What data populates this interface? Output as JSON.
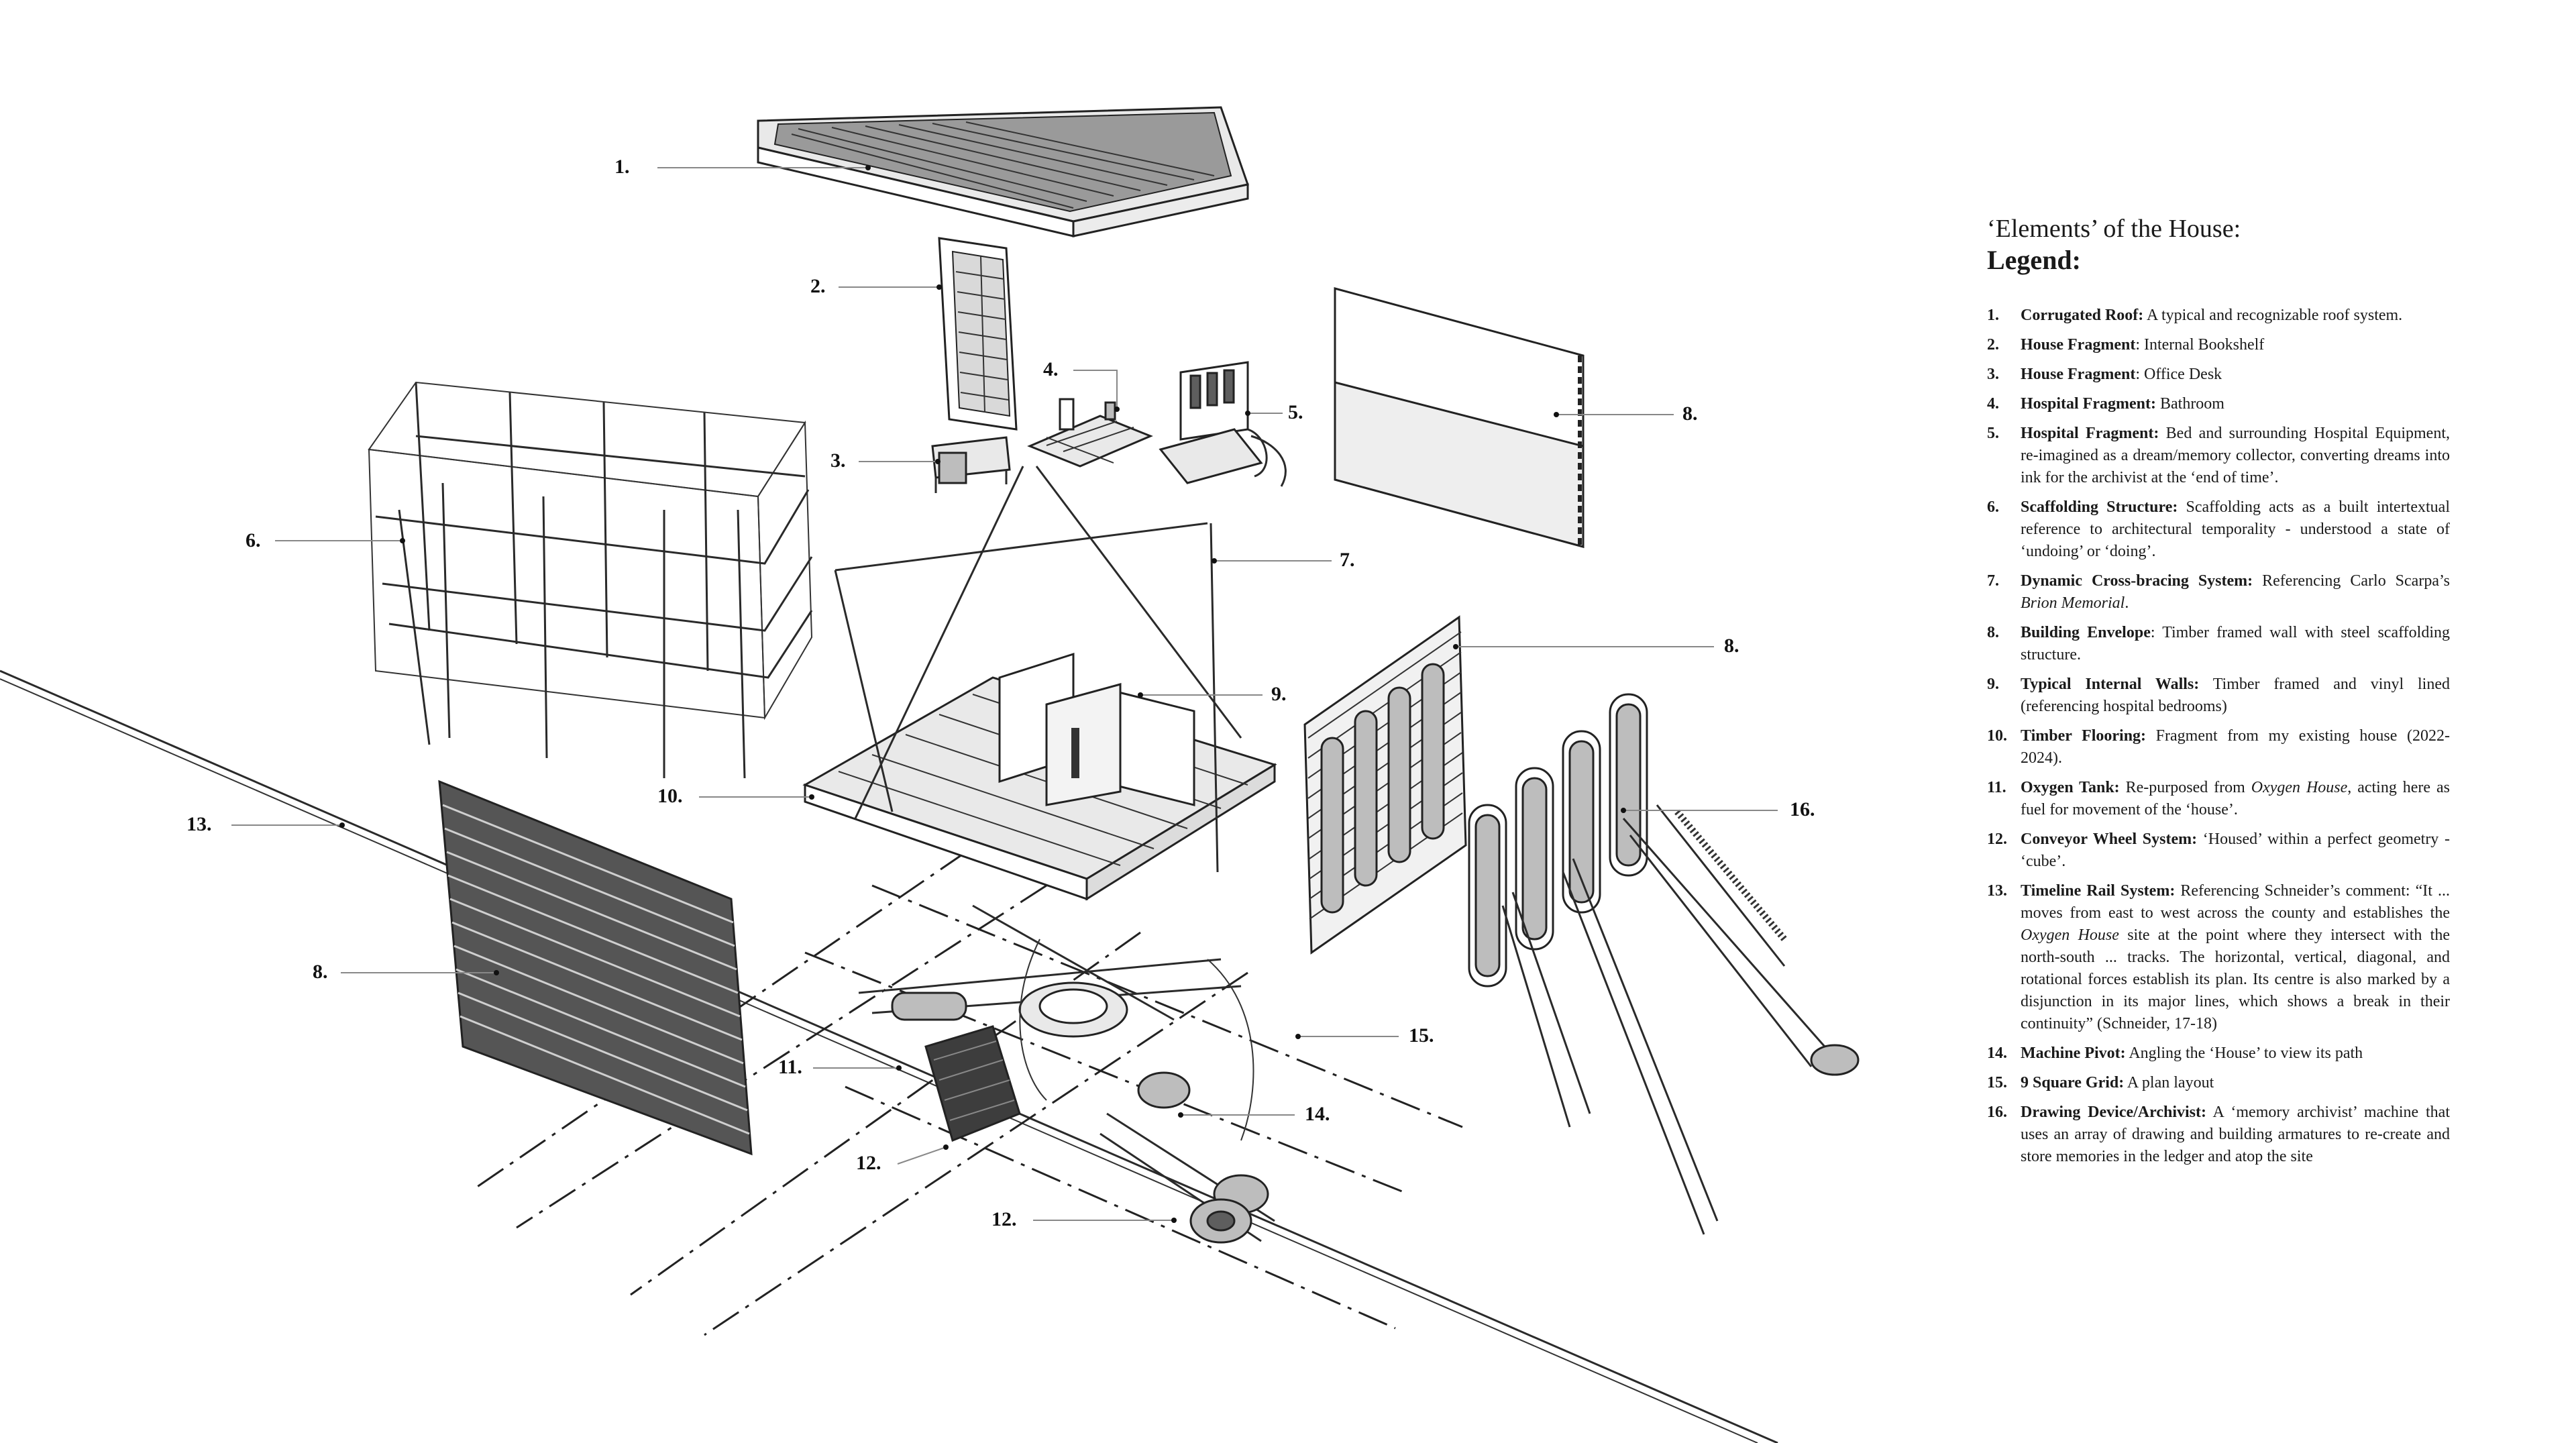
{
  "legend": {
    "heading": "‘Elements’ of the House:",
    "title": "Legend:",
    "items": [
      {
        "num": "1.",
        "name": "Corrugated Roof:",
        "desc": " A typical and recognizable roof system."
      },
      {
        "num": "2.",
        "name": "House Fragment",
        "desc": ":  Internal Bookshelf"
      },
      {
        "num": "3.",
        "name": "House Fragment",
        "desc": ":  Office Desk"
      },
      {
        "num": "4.",
        "name": "Hospital Fragment:",
        "desc": " Bathroom"
      },
      {
        "num": "5.",
        "name": "Hospital Fragment:",
        "desc": " Bed and surrounding Hospital Equipment, re-imagined as a dream/memory collector, converting dreams into ink for the archivist at the ‘end of time’."
      },
      {
        "num": "6.",
        "name": "Scaffolding Structure:",
        "desc": " Scaffolding acts as a built intertextual reference to architectural temporality - understood a state of ‘undoing’ or ‘doing’."
      },
      {
        "num": "7.",
        "name": "Dynamic Cross-bracing System:",
        "desc": " Referencing Carlo Scarpa’s ",
        "italic": "Brion Memorial",
        "desc2": "."
      },
      {
        "num": "8.",
        "name": "Building Envelope",
        "desc": ": Timber framed wall with steel scaffolding structure."
      },
      {
        "num": "9.",
        "name": "Typical Internal Walls:",
        "desc": " Timber framed and vinyl lined (referencing hospital bedrooms)"
      },
      {
        "num": "10.",
        "name": "Timber Flooring:",
        "desc": " Fragment from my existing house (2022-2024)."
      },
      {
        "num": "11.",
        "name": "Oxygen Tank:",
        "desc": " Re-purposed from ",
        "italic": "Oxygen House",
        "desc2": ", acting here as fuel for movement of the ‘house’."
      },
      {
        "num": "12.",
        "name": "Conveyor Wheel System:",
        "desc": " ‘Housed’ within a perfect geometry - ‘cube’."
      },
      {
        "num": "13.",
        "name": "Timeline Rail System:",
        "desc": " Referencing Schneider’s comment: “It ... moves from east to west across the county and establishes the ",
        "italic": "Oxygen House",
        "desc2": " site at the point where they intersect with the north-south ... tracks. The horizontal, vertical, diagonal, and rotational forces establish its plan. Its centre is also marked by a disjunction in its major lines, which shows a break in their continuity” (Schneider, 17-18)"
      },
      {
        "num": "14.",
        "name": "Machine Pivot:",
        "desc": " Angling the ‘House’ to view its path"
      },
      {
        "num": "15.",
        "name": "9 Square Grid:",
        "desc": " A plan layout"
      },
      {
        "num": "16.",
        "name": "Drawing Device/Archivist:",
        "desc": " A ‘memory archivist’ machine that uses an array of drawing and building armatures to re-create and store memories in the ledger and atop the site"
      }
    ]
  },
  "callouts": {
    "c1": "1.",
    "c2": "2.",
    "c3": "3.",
    "c4": "4.",
    "c5": "5.",
    "c6": "6.",
    "c7": "7.",
    "c8a": "8.",
    "c8b": "8.",
    "c8c": "8.",
    "c9": "9.",
    "c10": "10.",
    "c11": "11.",
    "c12a": "12.",
    "c12b": "12.",
    "c13": "13.",
    "c14": "14.",
    "c15": "15.",
    "c16": "16."
  }
}
